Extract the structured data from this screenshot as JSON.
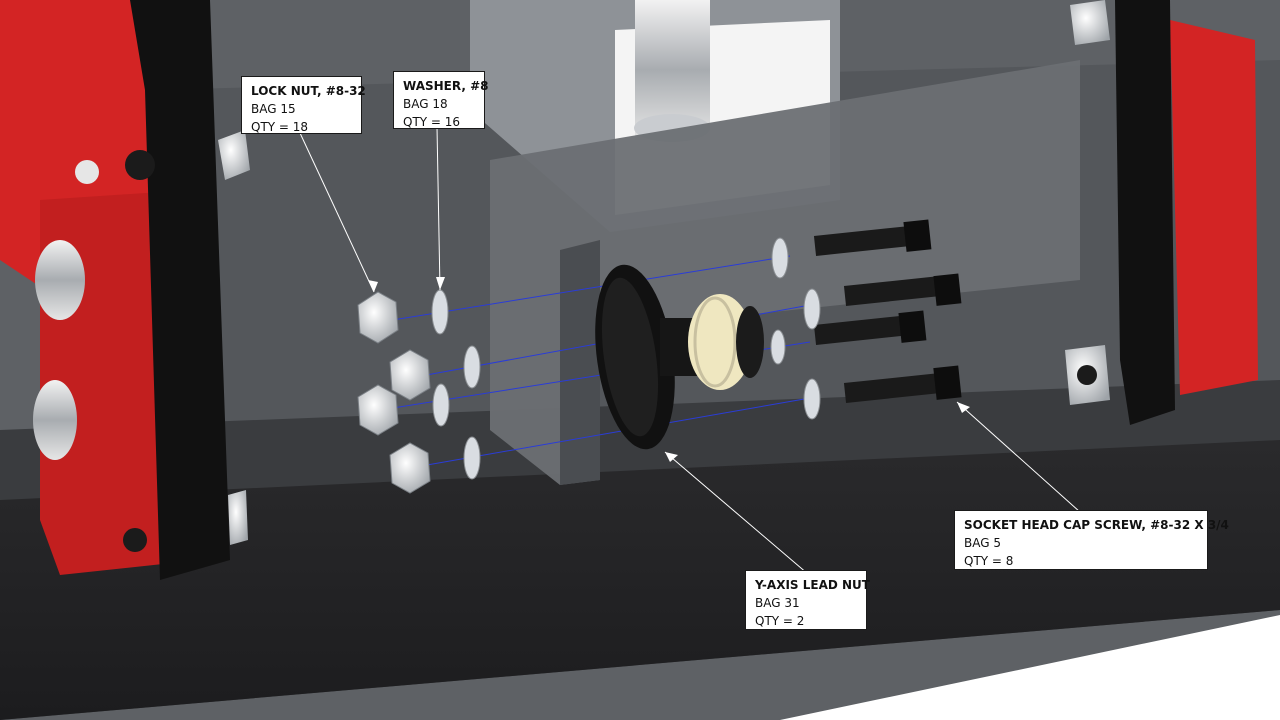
{
  "figure": {
    "description_free": true
  },
  "colors": {
    "frame_red": "#d32424",
    "plate_black": "#111111",
    "acrylic_gray": "#6c6f73",
    "lead_nut_cream": "#efe7c0",
    "hardware_silver": "#d9dde2",
    "leader_line": "#ffffff",
    "explode_line": "#2a3cd8"
  },
  "callouts": {
    "lock_nut": {
      "title": "LOCK NUT, #8-32",
      "bag": "BAG 15",
      "qty": "QTY = 18"
    },
    "washer": {
      "title": "WASHER, #8",
      "bag": "BAG 18",
      "qty": "QTY = 16"
    },
    "socket_screw": {
      "title": "SOCKET HEAD CAP SCREW, #8-32 X 3/4",
      "bag": "BAG 5",
      "qty": "QTY = 8"
    },
    "lead_nut": {
      "title": "Y-AXIS LEAD NUT",
      "bag": "BAG 31",
      "qty": "QTY = 2"
    }
  }
}
